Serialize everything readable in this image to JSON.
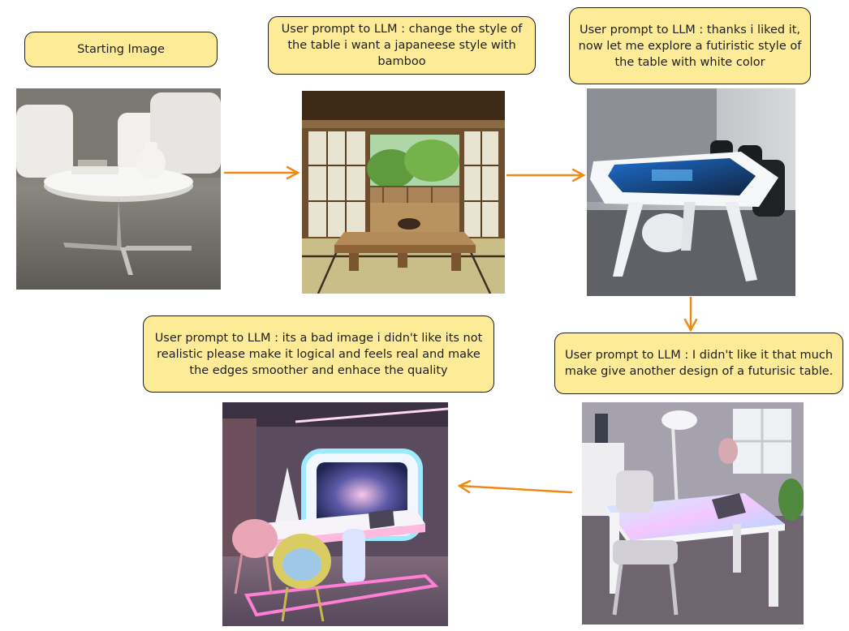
{
  "notes": {
    "start": "Starting Image",
    "step1": "User prompt to LLM : change the style of the table i want a japaneese style with bamboo",
    "step2": "User prompt to LLM : thanks i liked it, now let me explore a futiristic style of the table with white color",
    "step3": "User prompt to LLM : I didn't like it that much make give another design of a futurisic table.",
    "step4": "User prompt to LLM : its a bad image i didn't like its not realistic please make it logical and feels real and make the edges smoother and enhace the quality"
  },
  "images": [
    {
      "name": "starting-image",
      "depicts": "white round coffee table in living room"
    },
    {
      "name": "japanese-table-image",
      "depicts": "low japanese bamboo table in tatami room"
    },
    {
      "name": "futuristic-white-table-image",
      "depicts": "white futuristic table with screen"
    },
    {
      "name": "futuristic-glow-table-image",
      "depicts": "white table with glowing pastel top"
    },
    {
      "name": "neon-desk-image",
      "depicts": "neon lit futuristic desk with chairs"
    }
  ],
  "colors": {
    "note_fill": "#fdeb98",
    "arrow": "#ee8a12"
  }
}
